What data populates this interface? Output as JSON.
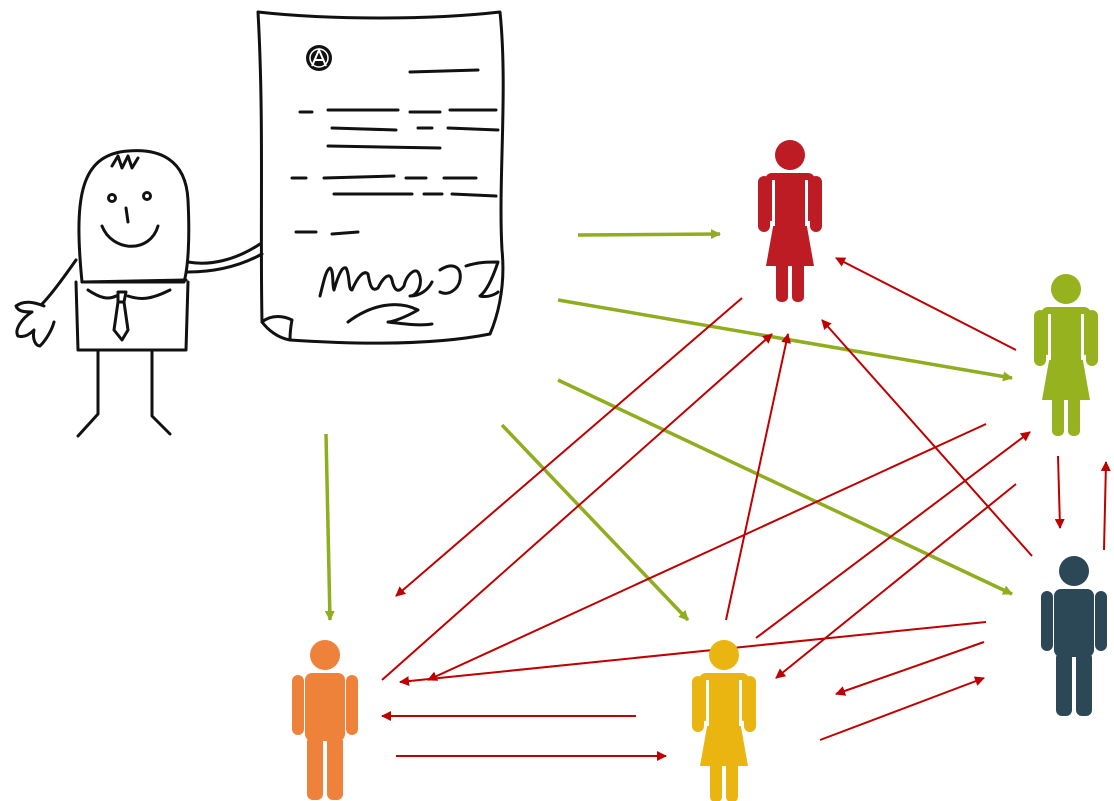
{
  "colors": {
    "background": "#ffffff",
    "sketch": "#111111",
    "arrow_green": "#8fad1f",
    "arrow_red": "#c00000",
    "person_red": "#be1c24",
    "person_green": "#97b21f",
    "person_orange": "#ee823b",
    "person_yellow": "#eab411",
    "person_navy": "#2c4755"
  },
  "icons": {
    "sketch_man": "smiling-man-sketch-icon",
    "document": "signed-letter-document-icon",
    "logo": "letterhead-logo-icon",
    "signature": "handwritten-signature-icon",
    "person": "person-icon"
  },
  "people": [
    {
      "id": "red",
      "figure": "woman",
      "color": "#be1c24"
    },
    {
      "id": "green",
      "figure": "woman",
      "color": "#97b21f"
    },
    {
      "id": "navy",
      "figure": "man",
      "color": "#2c4755"
    },
    {
      "id": "yellow",
      "figure": "woman",
      "color": "#eab411"
    },
    {
      "id": "orange",
      "figure": "man",
      "color": "#ee823b"
    }
  ],
  "links": [
    {
      "from": "letter",
      "to": "red",
      "kind": "distribution"
    },
    {
      "from": "letter",
      "to": "green",
      "kind": "distribution"
    },
    {
      "from": "letter",
      "to": "navy",
      "kind": "distribution"
    },
    {
      "from": "letter",
      "to": "yellow",
      "kind": "distribution"
    },
    {
      "from": "letter",
      "to": "orange",
      "kind": "distribution"
    },
    {
      "from": "green",
      "to": "red",
      "kind": "forward"
    },
    {
      "from": "navy",
      "to": "red",
      "kind": "forward"
    },
    {
      "from": "yellow",
      "to": "red",
      "kind": "forward"
    },
    {
      "from": "orange",
      "to": "red",
      "kind": "forward"
    },
    {
      "from": "red",
      "to": "orange",
      "kind": "forward"
    },
    {
      "from": "green",
      "to": "navy",
      "kind": "forward"
    },
    {
      "from": "navy",
      "to": "green",
      "kind": "forward"
    },
    {
      "from": "green",
      "to": "orange",
      "kind": "forward"
    },
    {
      "from": "yellow",
      "to": "green",
      "kind": "forward"
    },
    {
      "from": "navy",
      "to": "orange",
      "kind": "forward"
    },
    {
      "from": "navy",
      "to": "yellow",
      "kind": "forward"
    },
    {
      "from": "yellow",
      "to": "navy",
      "kind": "forward"
    },
    {
      "from": "yellow",
      "to": "orange",
      "kind": "forward"
    },
    {
      "from": "orange",
      "to": "yellow",
      "kind": "forward"
    }
  ]
}
